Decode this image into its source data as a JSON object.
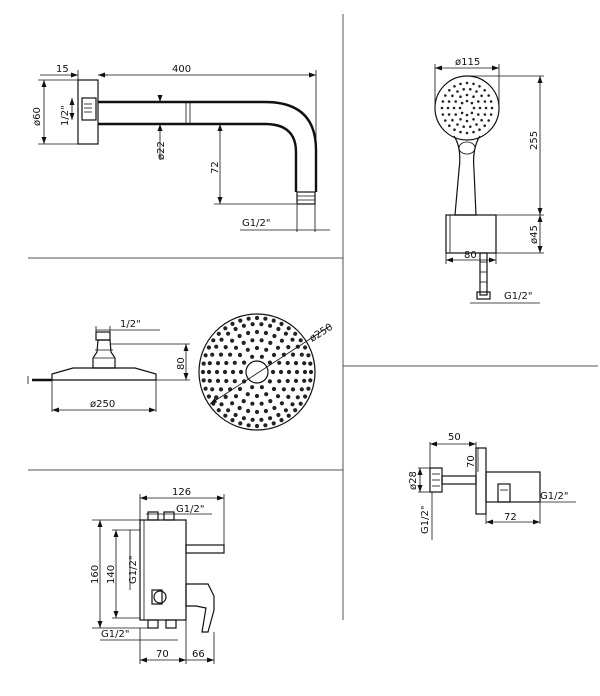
{
  "colors": {
    "ink": "#111111",
    "paper": "#ffffff",
    "divider": "#555555"
  },
  "shower_arm": {
    "dim_flange_width": "15",
    "dim_arm_length": "400",
    "dim_flange_diameter": "ø60",
    "dim_inlet_thread": "1/2\"",
    "dim_pipe_diameter": "ø22",
    "dim_drop": "72",
    "dim_outlet_thread": "G1/2\""
  },
  "hand_shower": {
    "dim_head_diameter": "ø115",
    "dim_height": "255",
    "dim_holder_diameter": "ø45",
    "dim_holder_width": "80",
    "dim_outlet_thread": "G1/2\""
  },
  "overhead_shower": {
    "dim_connection_thread": "1/2\"",
    "dim_height": "80",
    "dim_width": "ø250",
    "dim_face_diameter": "ø250"
  },
  "wall_outlet": {
    "dim_depth": "50",
    "dim_height": "70",
    "dim_diameter": "ø28",
    "dim_inlet_thread": "G1/2\"",
    "dim_outlet_thread": "G1/2\"",
    "dim_width": "72"
  },
  "mixer_box": {
    "dim_width": "126",
    "dim_top_thread": "G1/2\"",
    "dim_total_height": "160",
    "dim_inner_height": "140",
    "dim_side_thread": "G1/2\"",
    "dim_bottom_thread": "G1/2\"",
    "dim_box_depth": "70",
    "dim_lever_depth": "66"
  }
}
